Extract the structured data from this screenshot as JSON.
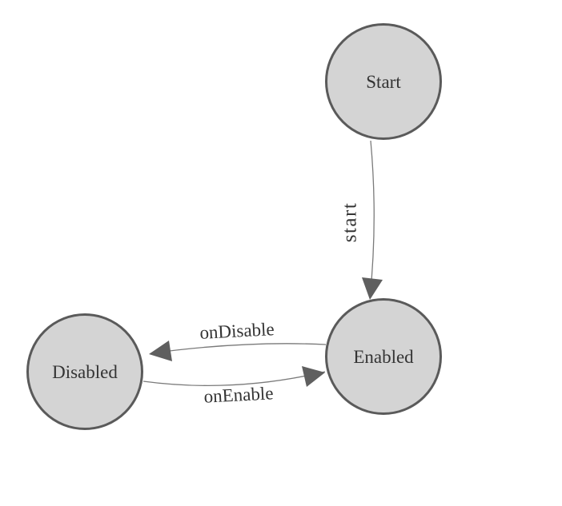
{
  "diagram": {
    "type": "state-machine",
    "background": "#ffffff",
    "colors": {
      "node_fill": "#d4d4d4",
      "node_border": "#5a5a5a",
      "label_text": "#343434",
      "edge_line": "#7a7a7a",
      "arrowhead": "#5f5f5f"
    },
    "nodes": [
      {
        "id": "start",
        "label": "Start",
        "shape": "circle"
      },
      {
        "id": "enabled",
        "label": "Enabled",
        "shape": "circle"
      },
      {
        "id": "disabled",
        "label": "Disabled",
        "shape": "circle"
      }
    ],
    "edges": [
      {
        "label": "start",
        "from": "start",
        "to": "enabled",
        "arrow": "to"
      },
      {
        "label": "onDisable",
        "from": "enabled",
        "to": "disabled",
        "arrow": "to"
      },
      {
        "label": "onEnable",
        "from": "disabled",
        "to": "enabled",
        "arrow": "to"
      }
    ]
  }
}
